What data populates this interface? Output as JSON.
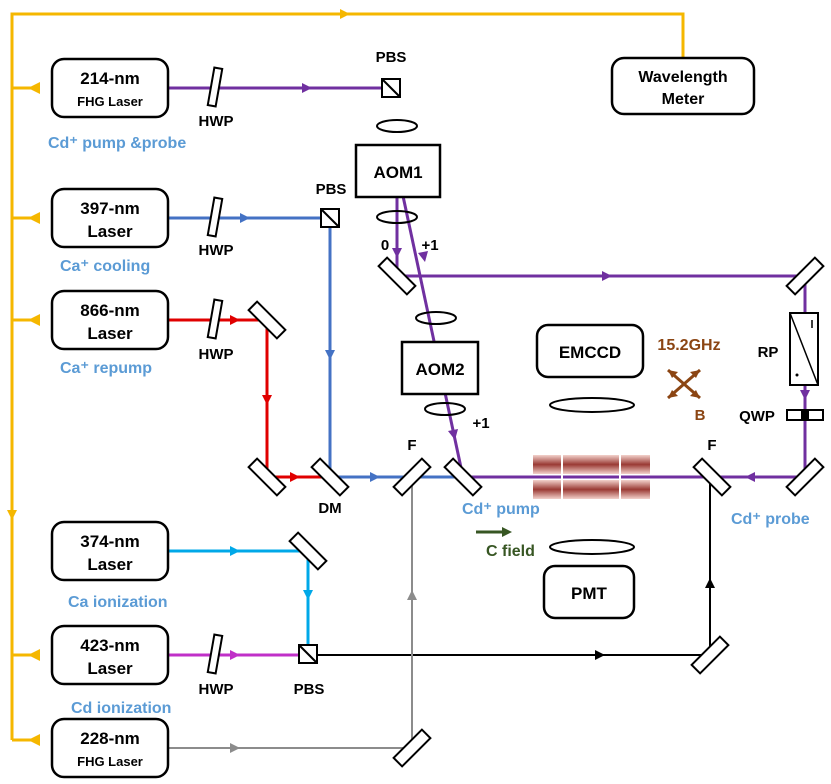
{
  "colors": {
    "yellow": "#f5b700",
    "purple": "#7030a0",
    "blue": "#4472c4",
    "red": "#e00000",
    "cyan": "#00a8e8",
    "magenta": "#c030c8",
    "gray": "#8c8c8c",
    "black": "#000000",
    "label_blue": "#5b9bd5",
    "brown": "#8b4513",
    "green": "#375623"
  },
  "lasers": {
    "l214_line1": "214-nm",
    "l214_line2": "FHG Laser",
    "l397_line1": "397-nm",
    "l397_line2": "Laser",
    "l866_line1": "866-nm",
    "l866_line2": "Laser",
    "l374_line1": "374-nm",
    "l374_line2": "Laser",
    "l423_line1": "423-nm",
    "l423_line2": "Laser",
    "l228_line1": "228-nm",
    "l228_line2": "FHG Laser"
  },
  "captions": {
    "cd_pump_probe": "Cd⁺ pump &probe",
    "ca_cooling": "Ca⁺ cooling",
    "ca_repump": "Ca⁺ repump",
    "ca_ionization": "Ca ionization",
    "cd_ionization": "Cd ionization",
    "cd_pump": "Cd⁺ pump",
    "cd_probe": "Cd⁺ probe"
  },
  "components": {
    "wavemeter_line1": "Wavelength",
    "wavemeter_line2": "Meter",
    "aom1": "AOM1",
    "aom2": "AOM2",
    "emccd": "EMCCD",
    "pmt": "PMT",
    "pbs": "PBS",
    "hwp": "HWP",
    "dm": "DM",
    "f": "F",
    "rp": "RP",
    "qwp": "QWP",
    "order_zero": "0",
    "order_plus1": "+1",
    "freq": "15.2GHz",
    "b_field": "B",
    "c_field": "C field"
  }
}
